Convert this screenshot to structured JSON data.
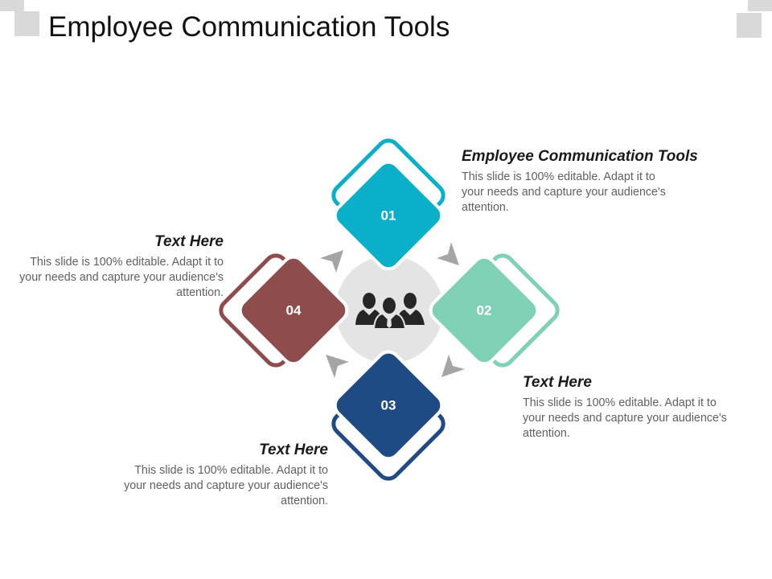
{
  "slide": {
    "title": "Employee Communication Tools"
  },
  "colors": {
    "step_01": "#0aafc9",
    "step_02": "#7fd1b6",
    "step_03": "#1f4b85",
    "step_04": "#8e4c4c",
    "center_circle": "#e4e4e4",
    "arrow": "#a5a5a5",
    "corner": "#d9d9d9"
  },
  "center_icon": "people-group-icon",
  "steps": [
    {
      "number": "01"
    },
    {
      "number": "02"
    },
    {
      "number": "03"
    },
    {
      "number": "04"
    }
  ],
  "text_blocks": [
    {
      "heading": "Employee Communication Tools",
      "body": "This slide is 100% editable. Adapt it to your needs and capture your audience's attention."
    },
    {
      "heading": "Text Here",
      "body": "This slide is 100% editable. Adapt it to your needs and capture your audience's attention."
    },
    {
      "heading": "Text Here",
      "body": "This slide is 100% editable. Adapt it to your needs and capture your audience's attention."
    },
    {
      "heading": "Text Here",
      "body": "This slide is 100% editable. Adapt it to your needs and capture your audience's attention."
    }
  ]
}
